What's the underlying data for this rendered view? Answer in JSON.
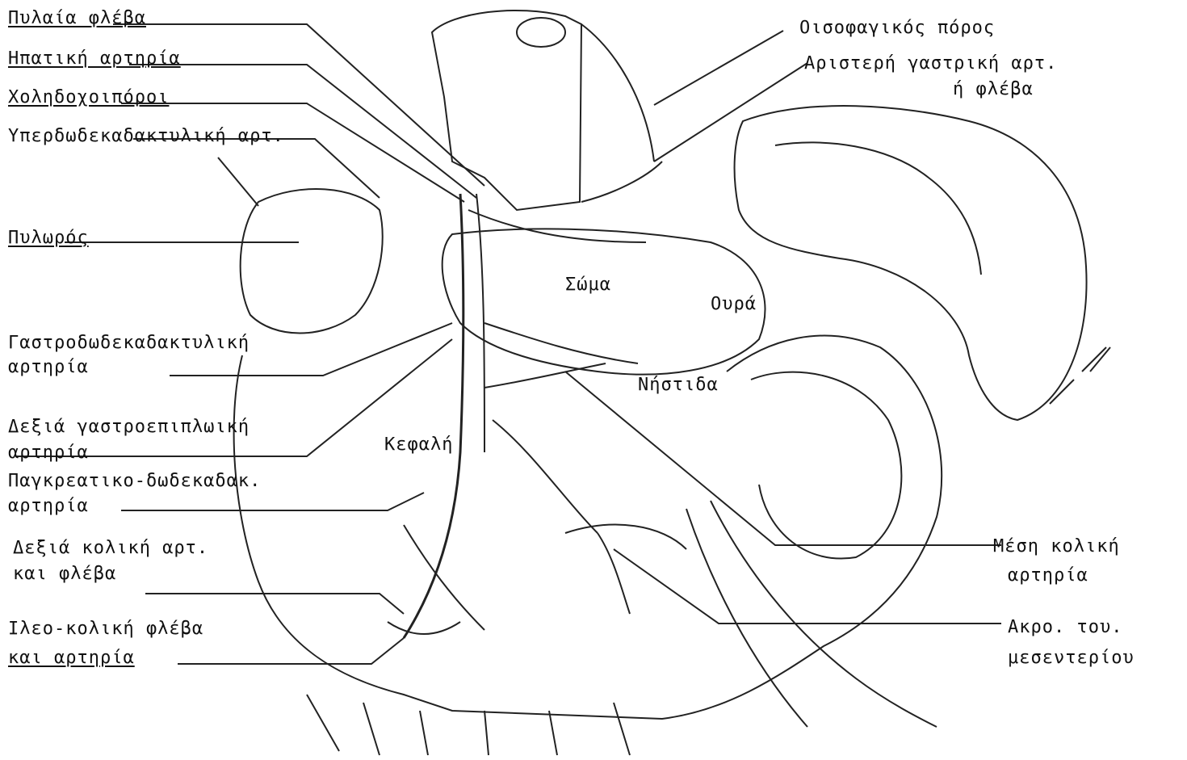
{
  "labels": {
    "pylaia_flevs": "Πυλαία φλέβα",
    "ipatiki_artiria": "Ηπατική αρτηρία",
    "cholidochoi_poroi": "Χοληδοχοιπόροι",
    "yperdodekadaktyliki_art": "Υπερδωδεκαδακτυλική αρτ.",
    "pyloros": "Πυλωρός",
    "gastrododekadaktyliki": "Γαστροδωδεκαδακτυλική",
    "gastrododekadaktyliki_2": "αρτηρία",
    "dexia_gastroepiploiki": "Δεξιά γαστροεπιπλωική",
    "dexia_gastroepiploiki_2": "αρτηρία",
    "pagkreatiko_dodekadaktyliki": "Παγκρεατικο-δωδεκαδακ.",
    "pagkreatiko_dodekadaktyliki_2": "αρτηρία",
    "dexia_koliki": "Δεξιά κολική αρτ.",
    "dexia_koliki_2": "και φλέβα",
    "ileo_koliki": "Ιλεο-κολική φλέβα",
    "ileo_koliki_2": "και αρτηρία",
    "oisofagikos_poros": "Οισοφαγικός πόρος",
    "aristeri_gastriki": "Αριστερή γαστρική αρτ.",
    "aristeri_gastriki_2": "ή φλέβα",
    "mesi_koliki": "Μέση κολική",
    "mesi_koliki_2": "αρτηρία",
    "akro_mesenteriou": "Ακρο. του.",
    "akro_mesenteriou_2": "μεσεντερίου",
    "soma": "Σώμα",
    "oura": "Ουρά",
    "nistida": "Νήστιδα",
    "kefali": "Κεφαλή"
  }
}
